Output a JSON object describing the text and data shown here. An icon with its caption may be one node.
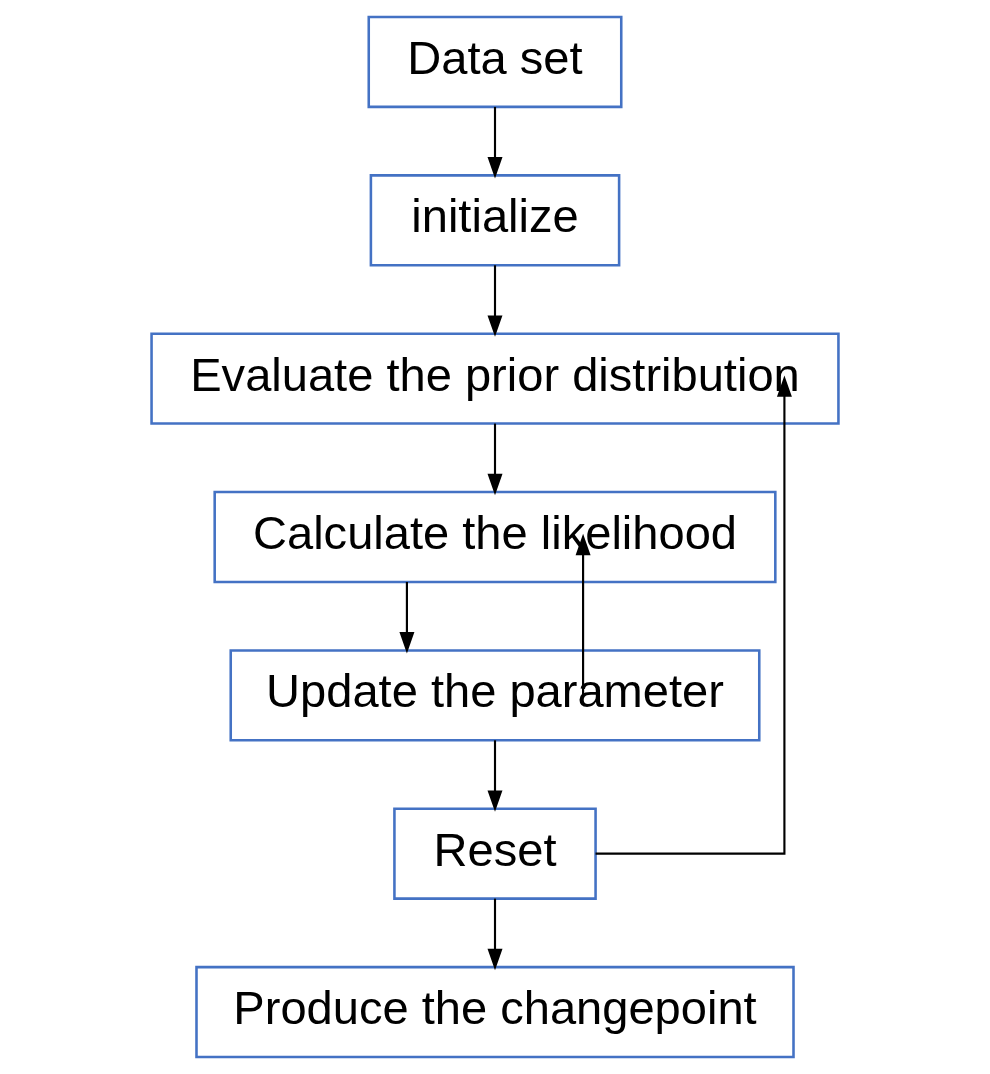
{
  "diagram": {
    "nodes": [
      {
        "text": [
          "Data set"
        ]
      },
      {
        "text": [
          "initialize"
        ]
      },
      {
        "text": [
          "Evaluate the prior distribution"
        ]
      },
      {
        "text": [
          "Calculate the likelihood"
        ]
      },
      {
        "text": [
          "Update the parameter"
        ]
      },
      {
        "text": [
          "Reset"
        ]
      },
      {
        "text": [
          "Produce the changepoint"
        ]
      }
    ],
    "edges": [
      {
        "from": 0,
        "to": 1,
        "arrow": "to"
      },
      {
        "from": 1,
        "to": 2,
        "arrow": "to"
      },
      {
        "from": 2,
        "to": 3,
        "arrow": "to"
      },
      {
        "from": 3,
        "to": 4,
        "arrow": "to"
      },
      {
        "from": 4,
        "to": 3,
        "arrow": "to"
      },
      {
        "from": 4,
        "to": 5,
        "arrow": "to"
      },
      {
        "from": 5,
        "to": 2,
        "arrow": "to"
      },
      {
        "from": 5,
        "to": 6,
        "arrow": "to"
      }
    ]
  }
}
